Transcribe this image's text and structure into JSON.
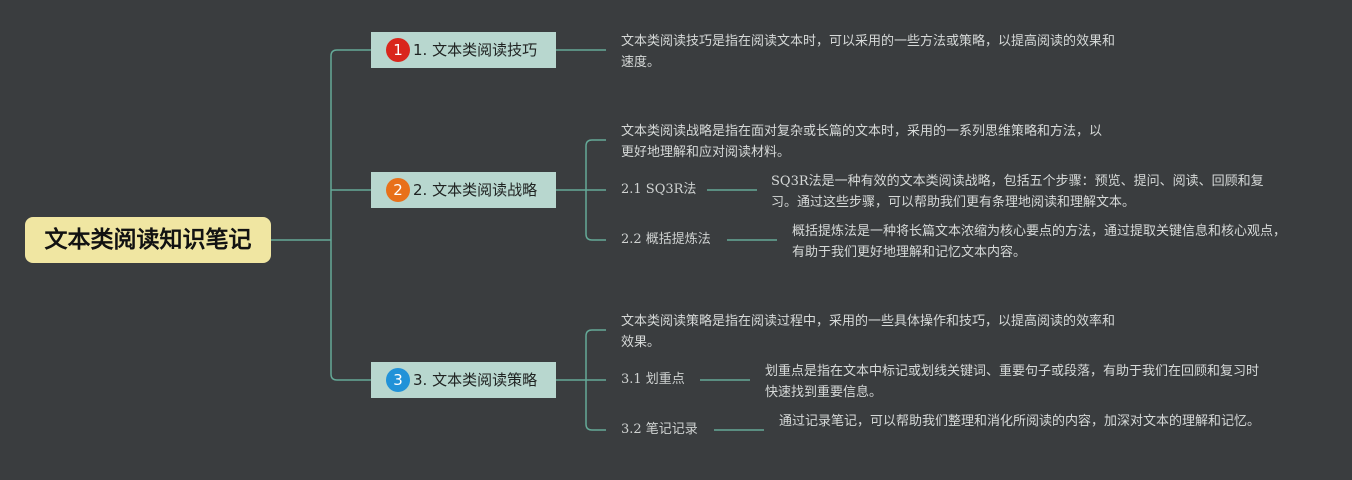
{
  "root": {
    "title": "文本类阅读知识笔记"
  },
  "colors": {
    "background": "#3a3d3f",
    "line": "#64a997",
    "root_fill": "#f0e6a2",
    "topic_fill": "#b8d7cf",
    "badge_1": "#d9261c",
    "badge_2": "#e8701a",
    "badge_3": "#2192d8"
  },
  "branches": [
    {
      "badge": "1",
      "title": "1. 文本类阅读技巧",
      "note": "文本类阅读技巧是指在阅读文本时，可以采用的一些方法或策略，以提高阅读的效果和速度。"
    },
    {
      "badge": "2",
      "title": "2. 文本类阅读战略",
      "note": "文本类阅读战略是指在面对复杂或长篇的文本时，采用的一系列思维策略和方法，以更好地理解和应对阅读材料。",
      "children": [
        {
          "label": "2.1 SQ3R法",
          "note": "SQ3R法是一种有效的文本类阅读战略，包括五个步骤：预览、提问、阅读、回顾和复习。通过这些步骤，可以帮助我们更有条理地阅读和理解文本。"
        },
        {
          "label": "2.2 概括提炼法",
          "note": "概括提炼法是一种将长篇文本浓缩为核心要点的方法，通过提取关键信息和核心观点，有助于我们更好地理解和记忆文本内容。"
        }
      ]
    },
    {
      "badge": "3",
      "title": "3. 文本类阅读策略",
      "note": "文本类阅读策略是指在阅读过程中，采用的一些具体操作和技巧，以提高阅读的效率和效果。",
      "children": [
        {
          "label": "3.1 划重点",
          "note": "划重点是指在文本中标记或划线关键词、重要句子或段落，有助于我们在回顾和复习时快速找到重要信息。"
        },
        {
          "label": "3.2 笔记记录",
          "note": "通过记录笔记，可以帮助我们整理和消化所阅读的内容，加深对文本的理解和记忆。"
        }
      ]
    }
  ]
}
